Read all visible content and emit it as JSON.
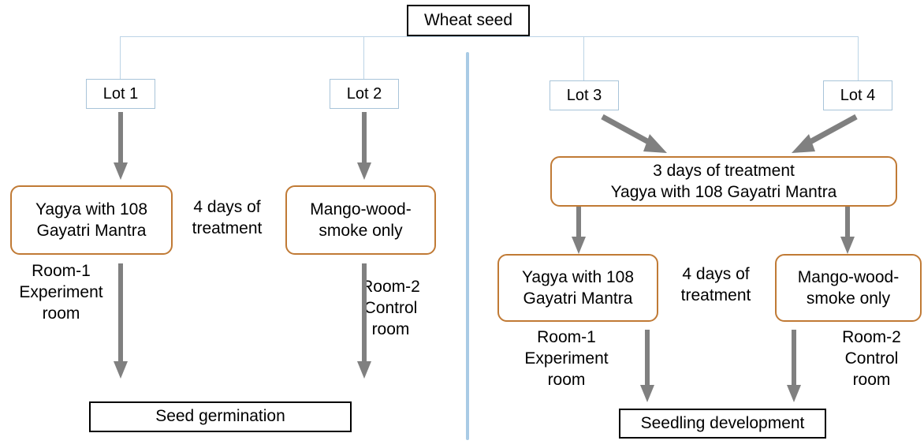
{
  "diagram": {
    "title": "Wheat seed experimental design flowchart",
    "colors": {
      "arrow": "#808080",
      "connector": "#bcd4e6",
      "divider": "#a9cbe5",
      "round_box_border": "#c07a35",
      "lot_box_border": "#a8c4d9",
      "result_box_border": "#000000"
    },
    "root": {
      "label": "Wheat seed"
    },
    "left_branch": {
      "lots": [
        {
          "label": "Lot 1"
        },
        {
          "label": "Lot 2"
        }
      ],
      "treatments": [
        {
          "label": "Yagya with 108\nGayatri Mantra"
        },
        {
          "label": "Mango-wood-\nsmoke only"
        }
      ],
      "duration_label": "4 days of\ntreatment",
      "rooms": [
        {
          "label": "Room-1\nExperiment\nroom"
        },
        {
          "label": "Room-2\nControl\nroom"
        }
      ],
      "outcome": {
        "label": "Seed germination"
      }
    },
    "right_branch": {
      "lots": [
        {
          "label": "Lot 3"
        },
        {
          "label": "Lot 4"
        }
      ],
      "pretreatment": {
        "label": "3 days of treatment\nYagya with 108 Gayatri Mantra"
      },
      "treatments": [
        {
          "label": "Yagya with 108\nGayatri Mantra"
        },
        {
          "label": "Mango-wood-\nsmoke only"
        }
      ],
      "duration_label": "4 days of\ntreatment",
      "rooms": [
        {
          "label": "Room-1\nExperiment\nroom"
        },
        {
          "label": "Room-2\nControl\nroom"
        }
      ],
      "outcome": {
        "label": "Seedling development"
      }
    }
  }
}
